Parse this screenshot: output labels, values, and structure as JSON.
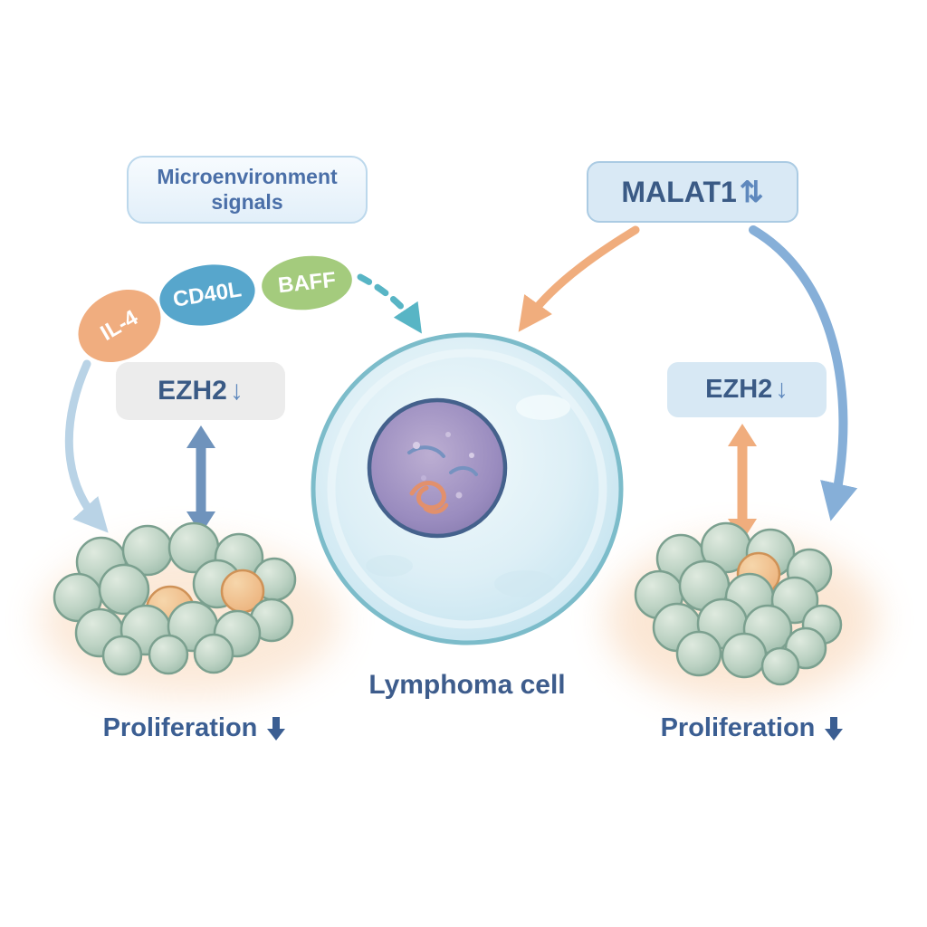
{
  "boxes": {
    "microenvironment": {
      "label": "Microenvironment signals"
    },
    "malat1": {
      "label": "MALAT1",
      "arrow": "⇅"
    },
    "ezh2_left": {
      "label": "EZH2",
      "arrow": "↓"
    },
    "ezh2_right": {
      "label": "EZH2",
      "arrow": "↓"
    }
  },
  "cytokines": [
    {
      "label": "IL-4",
      "color": "#f0ad7f"
    },
    {
      "label": "CD40L",
      "color": "#57a6cc"
    },
    {
      "label": "BAFF",
      "color": "#a4cb7d"
    }
  ],
  "labels": {
    "cell": "Lymphoma cell",
    "proliferation_left": "Proliferation",
    "proliferation_right": "Proliferation"
  },
  "icons": {
    "proliferation_down_arrow": "bold-down-arrow"
  },
  "arrows": [
    {
      "name": "il4-to-left-cluster",
      "style": "curved",
      "color": "#b9d3e6"
    },
    {
      "name": "baff-to-cell",
      "style": "dashed",
      "color": "#58b5c5"
    },
    {
      "name": "ezh2-left-double-arrow",
      "style": "double-headed",
      "color": "#6f93bc"
    },
    {
      "name": "malat1-to-cell",
      "style": "curved",
      "color": "#f0ad7d"
    },
    {
      "name": "malat1-to-right-cluster",
      "style": "curved",
      "color": "#86afd8"
    },
    {
      "name": "ezh2-right-double-arrow",
      "style": "double-headed",
      "color": "#f0ad7d"
    }
  ],
  "colors": {
    "text_blue": "#3c5c8c",
    "light_blue": "#b9d3e6",
    "steel_blue": "#6f93bc",
    "orange": "#f0ad7d",
    "teal": "#58b5c5",
    "cell_fill": "#d9eef5",
    "nucleus": "#9487ba"
  }
}
